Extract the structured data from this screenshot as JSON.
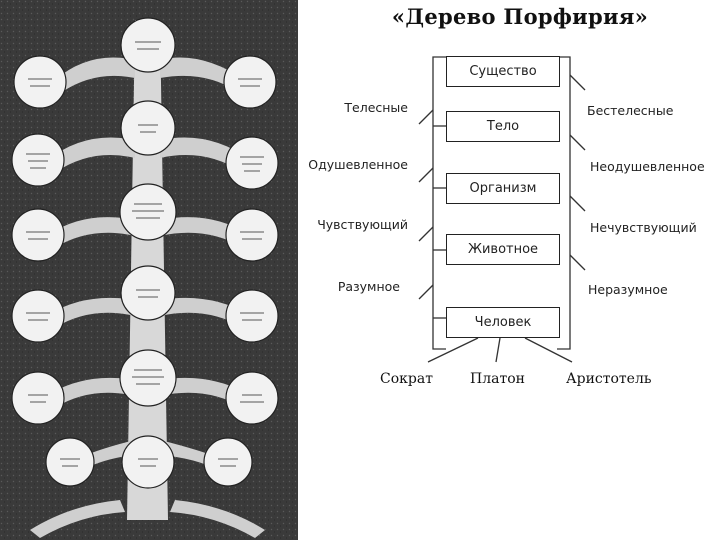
{
  "title": "«Дерево Порфирия»",
  "tree_illustration": {
    "nodes": [
      {
        "id": "substance"
      },
      {
        "id": "corporeal"
      },
      {
        "id": "incorporeal"
      },
      {
        "id": "body"
      },
      {
        "id": "animate"
      },
      {
        "id": "inanimate"
      },
      {
        "id": "living-body"
      },
      {
        "id": "sensible"
      },
      {
        "id": "insensible"
      },
      {
        "id": "animal"
      },
      {
        "id": "rational"
      },
      {
        "id": "irrational"
      },
      {
        "id": "rational-animal"
      },
      {
        "id": "mortal"
      },
      {
        "id": "immortal"
      },
      {
        "id": "plato"
      },
      {
        "id": "man"
      },
      {
        "id": "socrates"
      }
    ]
  },
  "genera": [
    {
      "id": "sushchestvo",
      "label": "Существо"
    },
    {
      "id": "telo",
      "label": "Тело"
    },
    {
      "id": "organizm",
      "label": "Организм"
    },
    {
      "id": "zhivotnoe",
      "label": "Животное"
    },
    {
      "id": "chelovek",
      "label": "Человек"
    }
  ],
  "differentiae": [
    {
      "left": "Телесные",
      "right": "Бестелесные"
    },
    {
      "left": "Одушевленное",
      "right": "Неодушевленное"
    },
    {
      "left": "Чувствующий",
      "right": "Нечувствующий"
    },
    {
      "left": "Разумное",
      "right": "Неразумное"
    }
  ],
  "individuals": [
    {
      "label": "Сократ"
    },
    {
      "label": "Платон"
    },
    {
      "label": "Аристотель"
    }
  ]
}
